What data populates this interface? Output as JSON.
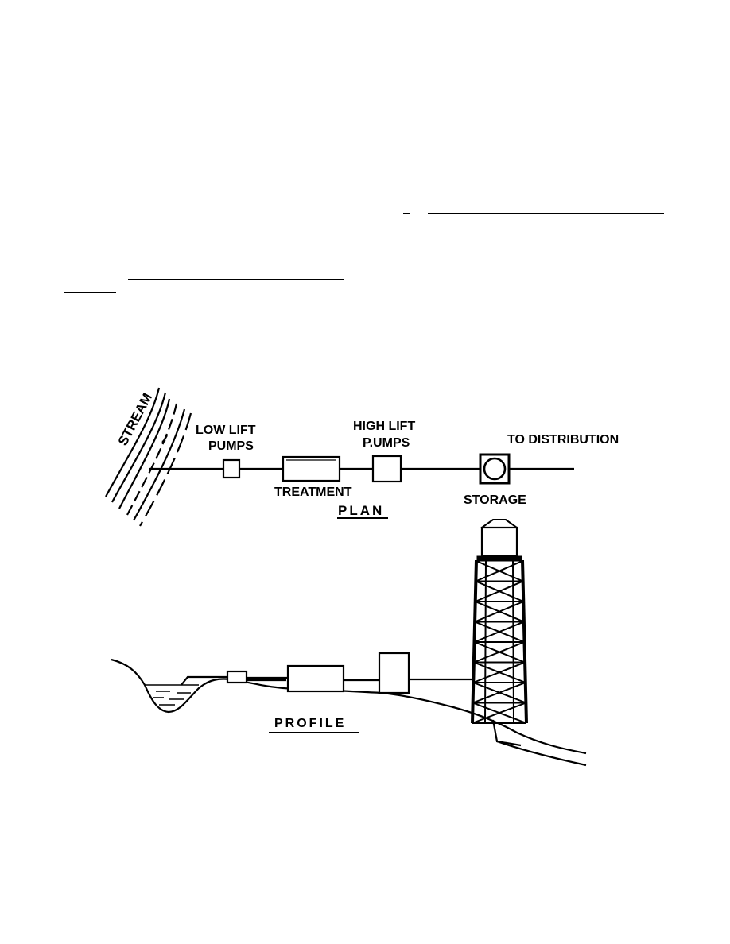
{
  "diagram": {
    "plan": {
      "stream_label": "STREAM",
      "low_lift_label_1": "LOW LIFT",
      "low_lift_label_2": "PUMPS",
      "treatment_label": "TREATMENT",
      "high_lift_label_1": "HIGH LIFT",
      "high_lift_label_2": "P.UMPS",
      "distribution_label": "TO DISTRIBUTION",
      "storage_label": "STORAGE",
      "title": "PLAN"
    },
    "profile": {
      "title": "PROFILE"
    }
  },
  "colors": {
    "ink": "#000000",
    "paper": "#ffffff"
  }
}
